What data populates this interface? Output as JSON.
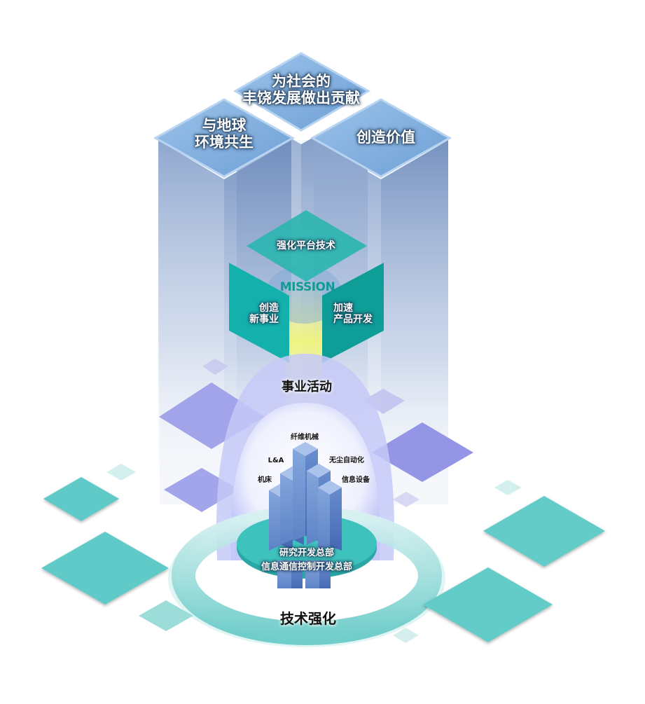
{
  "values": {
    "top_left": [
      "与地球",
      "环境共生"
    ],
    "top_center": [
      "为社会的",
      "丰饶发展做出贡献"
    ],
    "top_right": [
      "创造价值"
    ]
  },
  "mission": {
    "title": "MISSION",
    "top_face": "强化平台技术",
    "left_face": [
      "创造",
      "新事业"
    ],
    "right_face": [
      "加速",
      "产品开发"
    ]
  },
  "business": {
    "title": "事业活动",
    "segments": [
      {
        "label": "纤维机械",
        "icon": "textile-machine-icon"
      },
      {
        "label": "L&A",
        "icon": "logistics-icon"
      },
      {
        "label": "无尘自动化",
        "icon": "cleanroom-automation-icon"
      },
      {
        "label": "机床",
        "icon": "machine-tool-icon"
      },
      {
        "label": "信息设备",
        "icon": "information-equipment-icon"
      }
    ]
  },
  "rnd": {
    "headquarters": [
      "研究开发总部",
      "信息通信控制开发总部"
    ]
  },
  "technology": {
    "title": "技术强化"
  },
  "colors": {
    "pillar_blue": "#7fa6d6",
    "teal": "#1aa9a6",
    "mission_text": "#139a96",
    "violet": "#8e8fe6",
    "teal_tile": "#5fcac7",
    "yellow_beam": "#f2f58a"
  }
}
